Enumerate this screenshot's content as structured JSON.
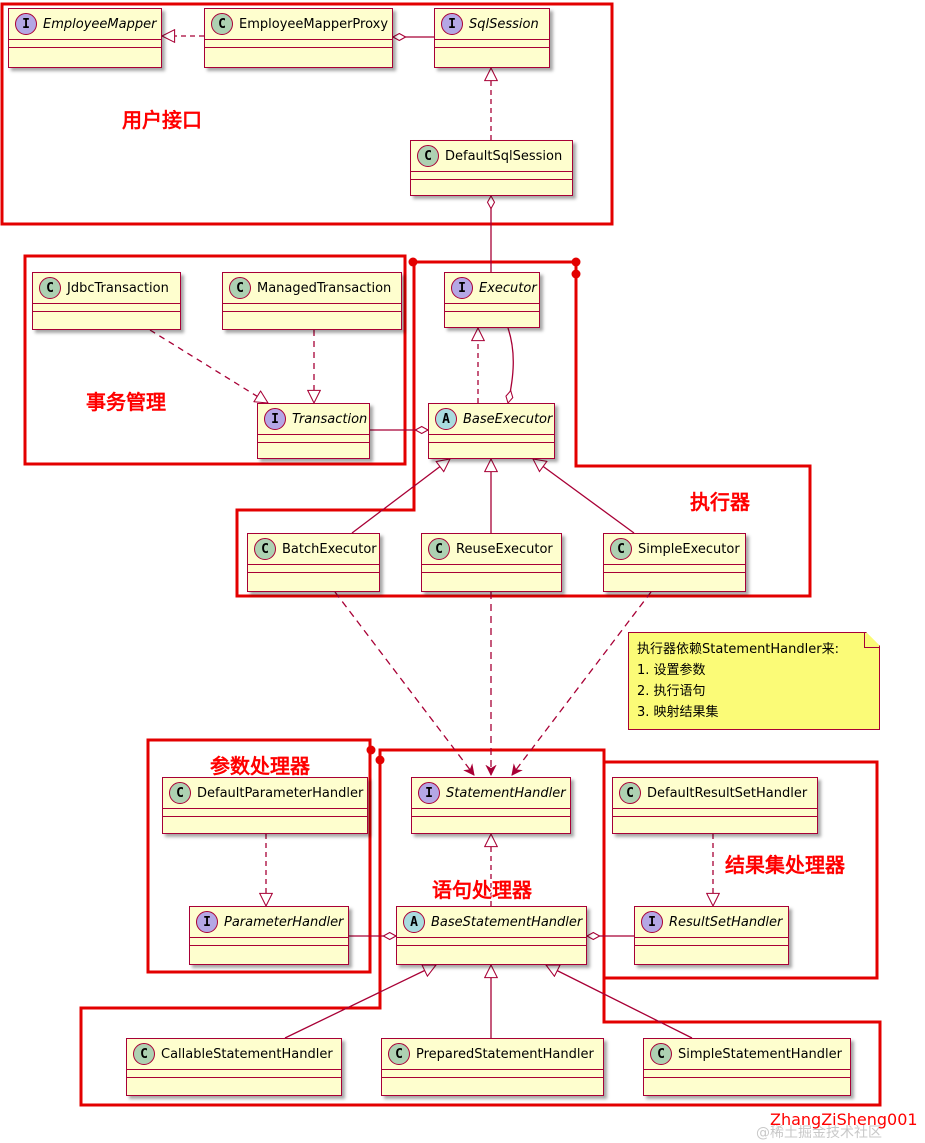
{
  "groups": {
    "user_interface": "用户接口",
    "transaction_mgmt": "事务管理",
    "executor": "执行器",
    "parameter_handler": "参数处理器",
    "statement_handler": "语句处理器",
    "resultset_handler": "结果集处理器"
  },
  "classes": {
    "employee_mapper": {
      "kind": "I",
      "name": "EmployeeMapper"
    },
    "employee_mapper_proxy": {
      "kind": "C",
      "name": "EmployeeMapperProxy"
    },
    "sql_session": {
      "kind": "I",
      "name": "SqlSession"
    },
    "default_sql_session": {
      "kind": "C",
      "name": "DefaultSqlSession"
    },
    "jdbc_transaction": {
      "kind": "C",
      "name": "JdbcTransaction"
    },
    "managed_transaction": {
      "kind": "C",
      "name": "ManagedTransaction"
    },
    "transaction": {
      "kind": "I",
      "name": "Transaction"
    },
    "executor": {
      "kind": "I",
      "name": "Executor"
    },
    "base_executor": {
      "kind": "A",
      "name": "BaseExecutor"
    },
    "batch_executor": {
      "kind": "C",
      "name": "BatchExecutor"
    },
    "reuse_executor": {
      "kind": "C",
      "name": "ReuseExecutor"
    },
    "simple_executor": {
      "kind": "C",
      "name": "SimpleExecutor"
    },
    "statement_handler": {
      "kind": "I",
      "name": "StatementHandler"
    },
    "default_parameter_handler": {
      "kind": "C",
      "name": "DefaultParameterHandler"
    },
    "parameter_handler": {
      "kind": "I",
      "name": "ParameterHandler"
    },
    "base_statement_handler": {
      "kind": "A",
      "name": "BaseStatementHandler"
    },
    "default_resultset_handler": {
      "kind": "C",
      "name": "DefaultResultSetHandler"
    },
    "resultset_handler": {
      "kind": "I",
      "name": "ResultSetHandler"
    },
    "callable_statement_handler": {
      "kind": "C",
      "name": "CallableStatementHandler"
    },
    "prepared_statement_handler": {
      "kind": "C",
      "name": "PreparedStatementHandler"
    },
    "simple_statement_handler": {
      "kind": "C",
      "name": "SimpleStatementHandler"
    }
  },
  "note": {
    "line1": "执行器依赖StatementHandler来:",
    "line2": "1. 设置参数",
    "line3": "2. 执行语句",
    "line4": "3. 映射结果集"
  },
  "watermark": {
    "author": "ZhangZiSheng001",
    "site": "@稀土掘金技术社区"
  },
  "colors": {
    "class_fill": "#FEFECE",
    "class_border": "#A80036",
    "group_border": "#E30000",
    "group_label": "#FF0000",
    "note_fill": "#FBFB77",
    "interface_badge": "#B4A7E5",
    "class_badge": "#ADD1B2",
    "abstract_badge": "#A9DCDF"
  }
}
